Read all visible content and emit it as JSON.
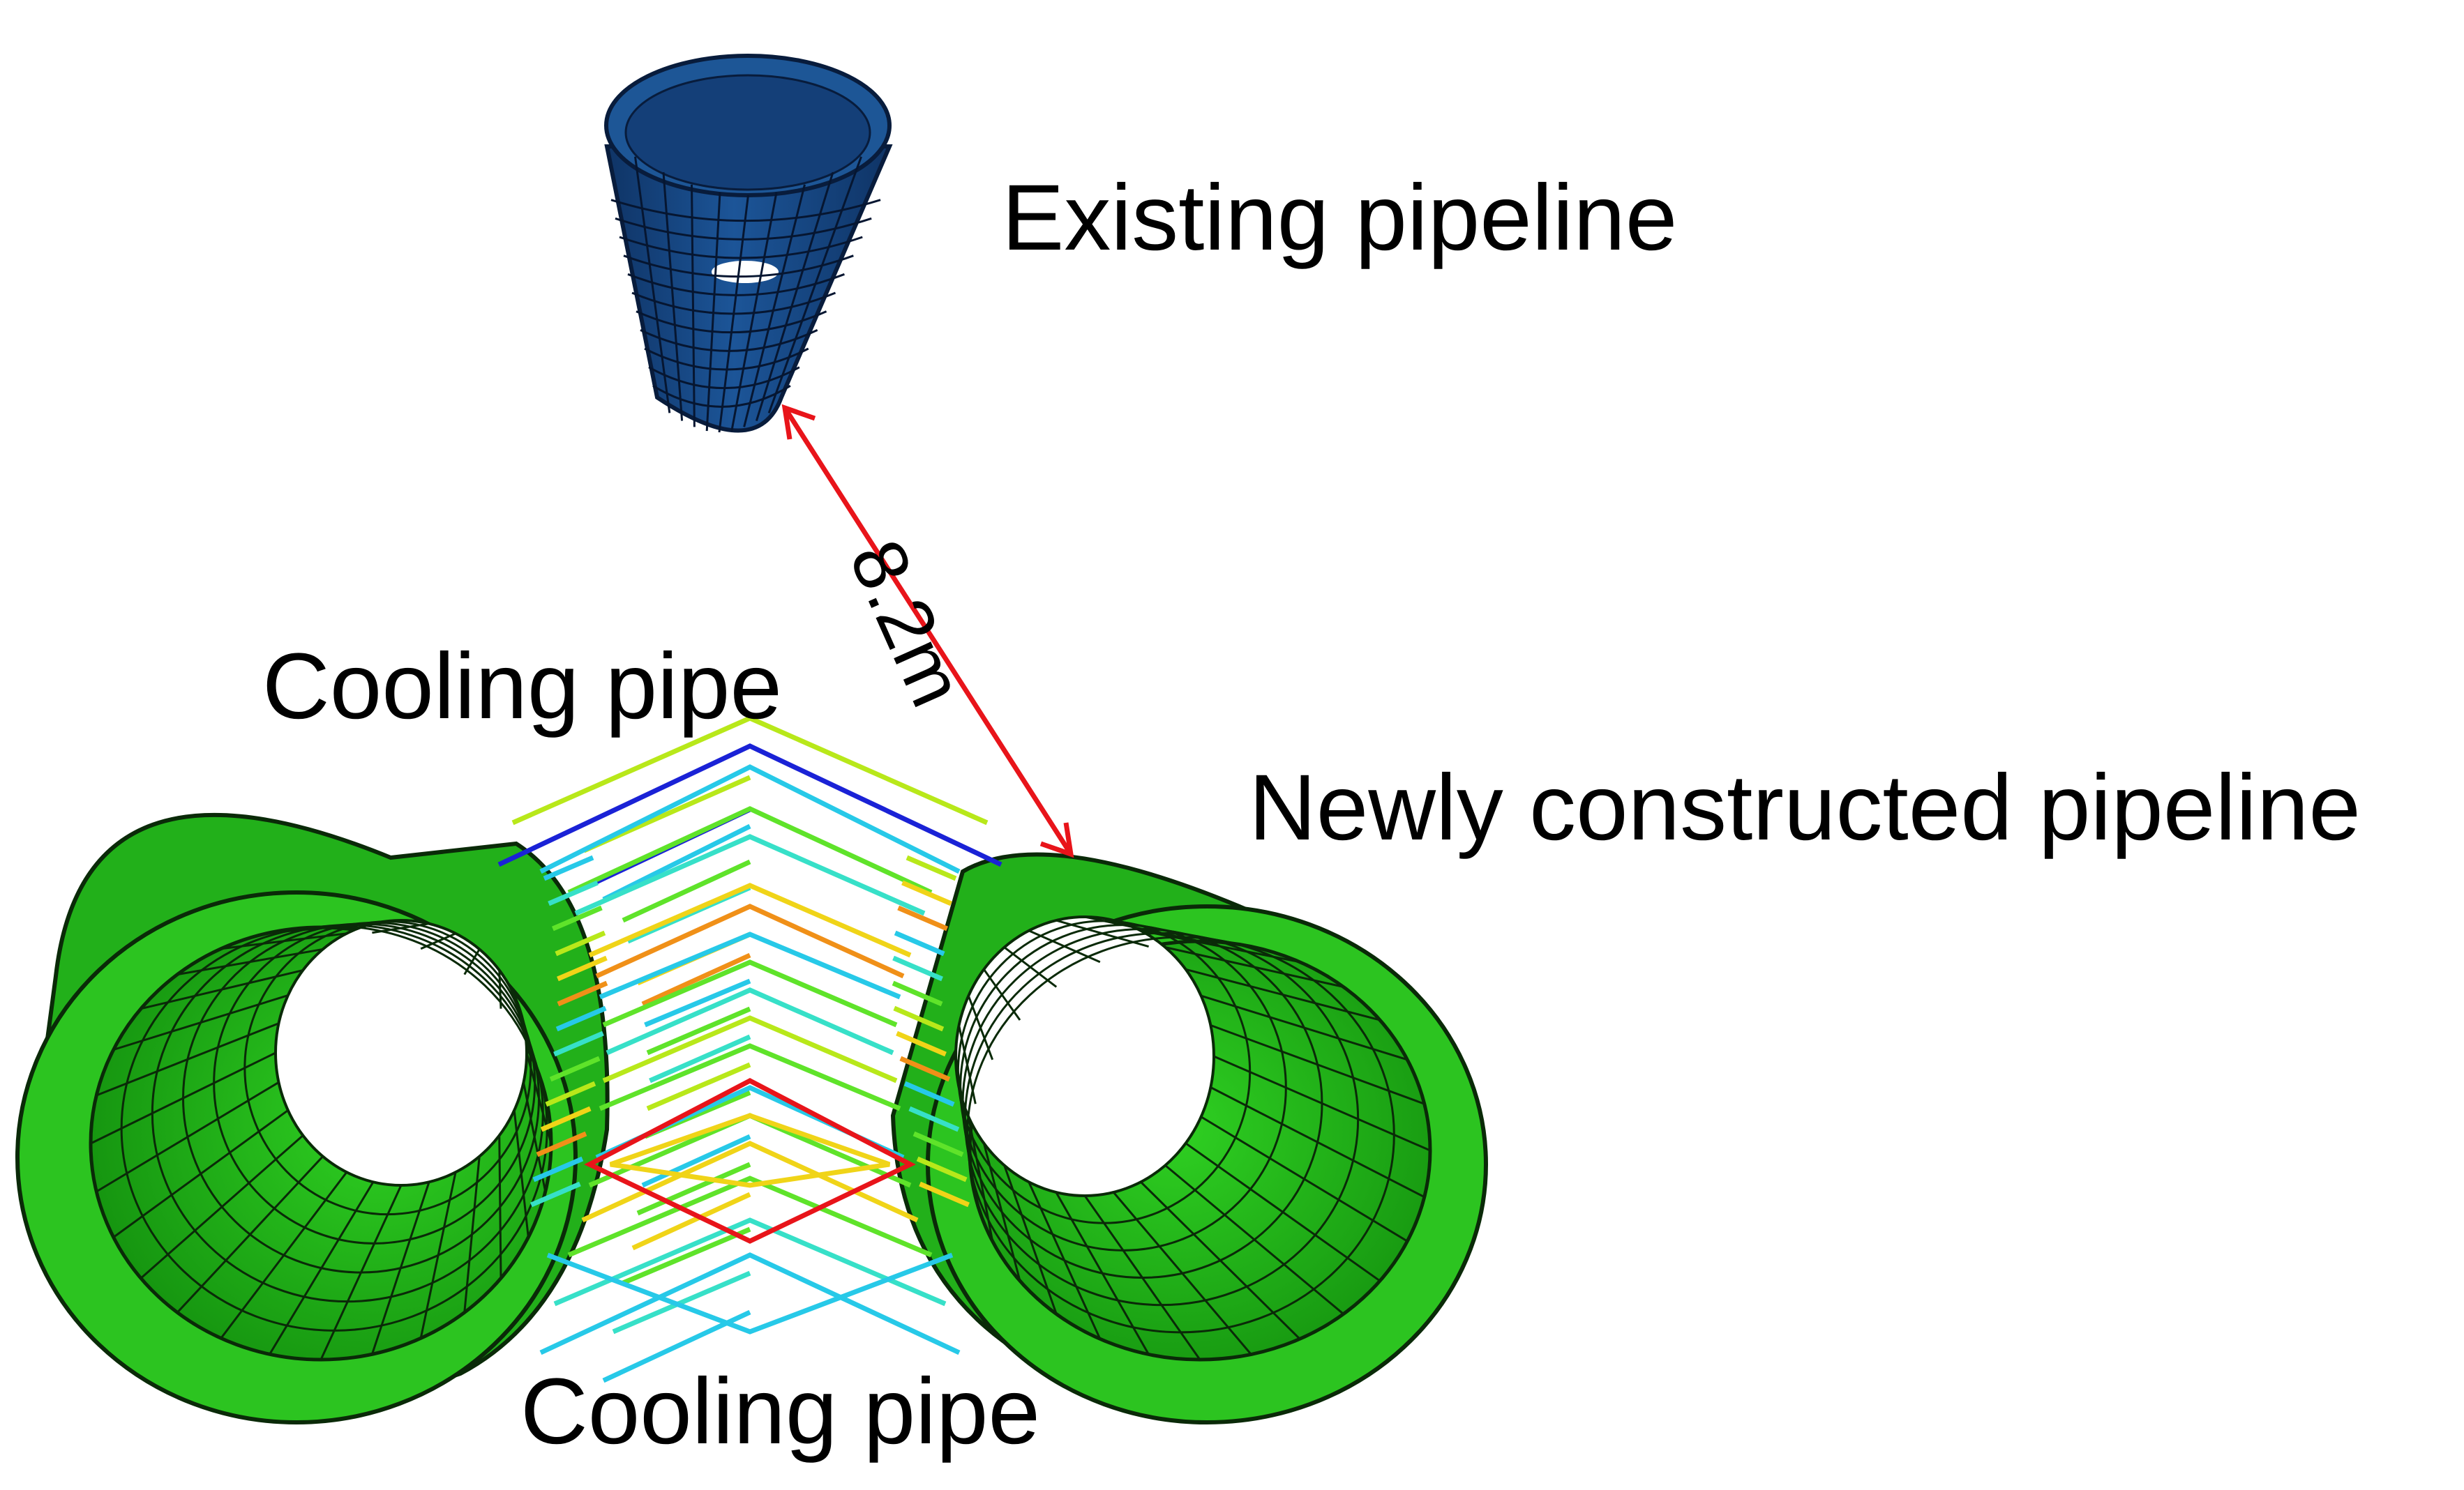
{
  "labels": {
    "existing_pipeline": "Existing pipeline",
    "cooling_pipe_top": "Cooling pipe",
    "newly_constructed_pipeline": "Newly constructed pipeline",
    "cooling_pipe_bottom": "Cooling pipe",
    "distance": "8.2m"
  },
  "colors": {
    "existing_pipe_fill": "#1a4f8c",
    "existing_pipe_dark": "#0d2f5e",
    "new_pipe_fill": "#2bbd20",
    "new_pipe_dark": "#157a12",
    "mesh_line": "#0a2a08",
    "dimension_arrow": "#e8141a",
    "cooling_colors": [
      "#1a22d6",
      "#27c9e8",
      "#37e0c8",
      "#5fe32a",
      "#b8e81a",
      "#f0d418",
      "#f09018",
      "#e8141a"
    ]
  }
}
